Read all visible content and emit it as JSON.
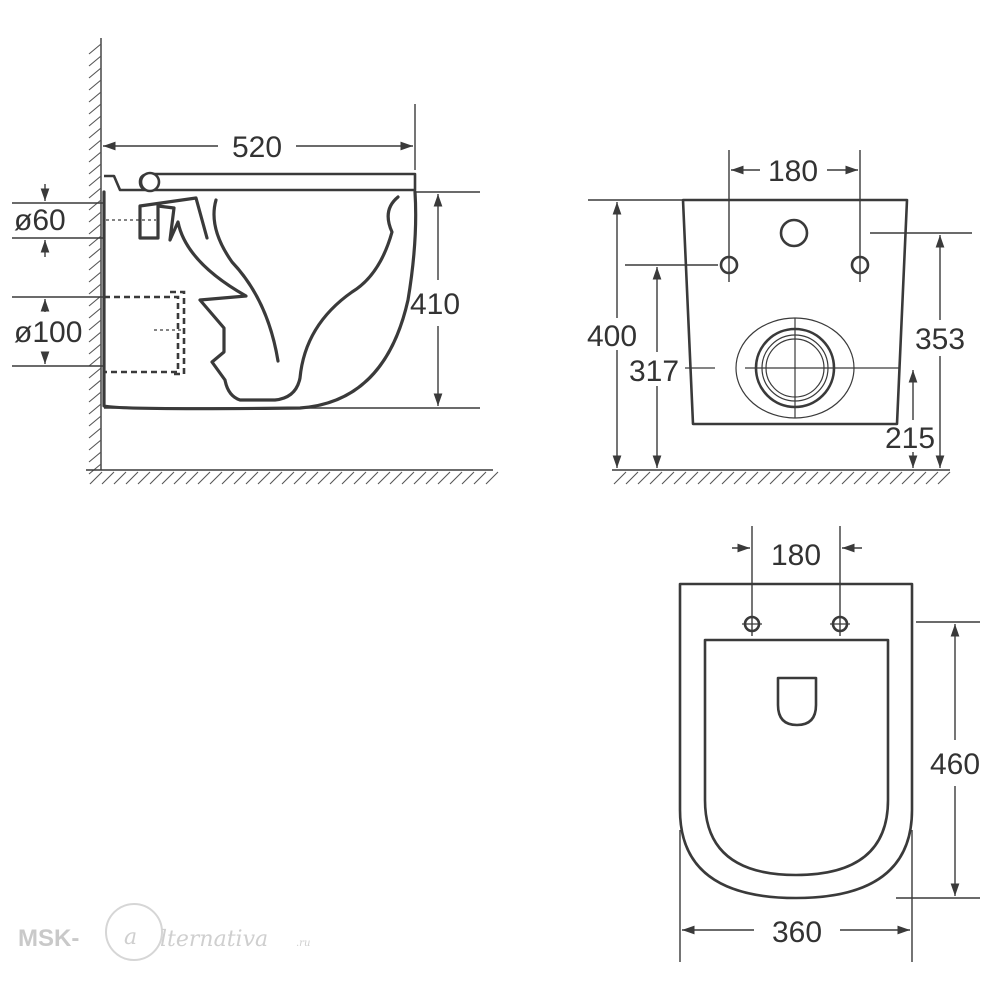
{
  "side_view": {
    "dim_length": "520",
    "dim_height": "410",
    "dim_water_inlet": "ø60",
    "dim_drain": "ø100"
  },
  "back_view": {
    "dim_bolt_spacing": "180",
    "dim_total_height": "400",
    "dim_bolt_height": "317",
    "dim_top_height": "353",
    "dim_drain_height": "215"
  },
  "top_view": {
    "dim_bolt_spacing": "180",
    "dim_length": "460",
    "dim_width": "360"
  },
  "watermark": {
    "brand_prefix": "MSK-",
    "brand_letter": "a",
    "brand_suffix": "lternativa",
    "brand_domain": ".ru"
  }
}
